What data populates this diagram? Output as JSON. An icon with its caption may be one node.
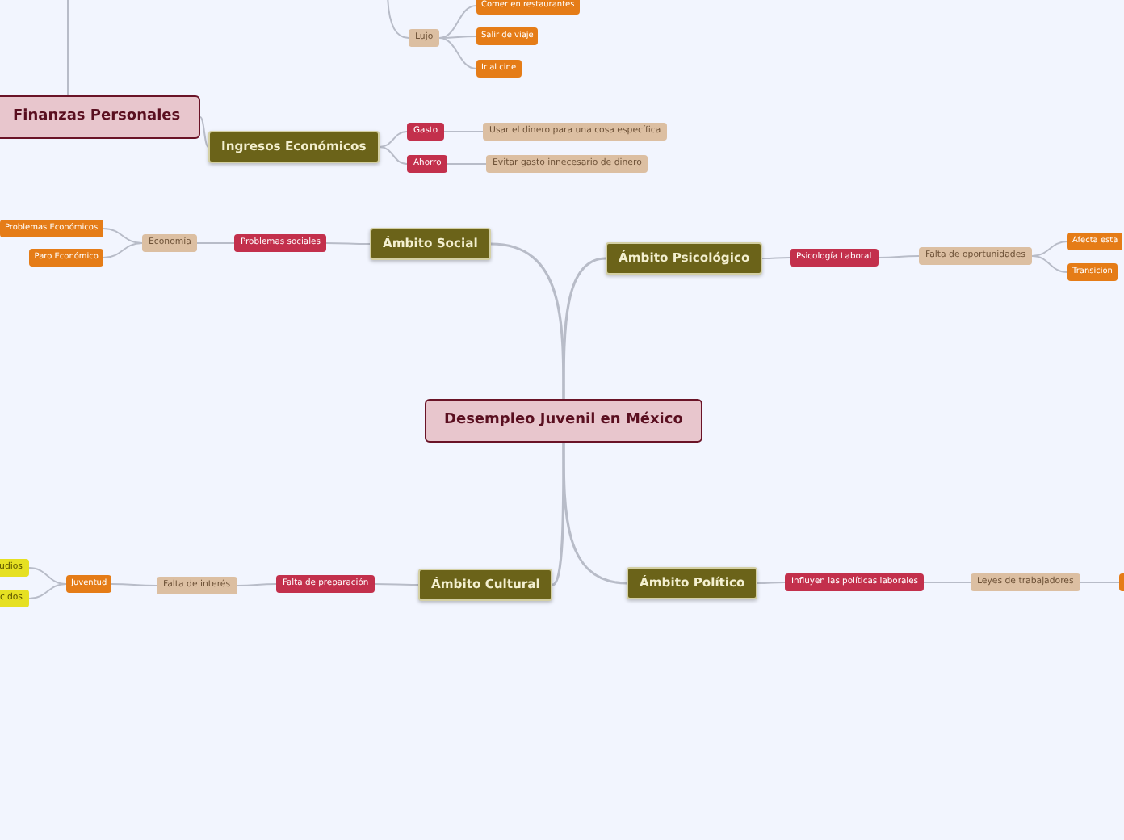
{
  "diagram": {
    "nodes": [
      {
        "text": [
          "Desempleo Juvenil en México"
        ]
      },
      {
        "text": [
          "Finanzas Personales"
        ]
      },
      {
        "text": [
          "Ingresos Económicos"
        ]
      },
      {
        "text": [
          "Lujo"
        ]
      },
      {
        "text": [
          "Comer en restaurantes"
        ]
      },
      {
        "text": [
          "Salir de viaje"
        ]
      },
      {
        "text": [
          "Ir al cine"
        ]
      },
      {
        "text": [
          "Gasto"
        ]
      },
      {
        "text": [
          "Usar el dinero para una cosa específica"
        ]
      },
      {
        "text": [
          "Ahorro"
        ]
      },
      {
        "text": [
          "Evitar gasto innecesario de dinero"
        ]
      },
      {
        "text": [
          "Ámbito Social"
        ]
      },
      {
        "text": [
          "Problemas sociales"
        ]
      },
      {
        "text": [
          "Economía"
        ]
      },
      {
        "text": [
          "Problemas Económicos"
        ]
      },
      {
        "text": [
          "Paro Económico"
        ]
      },
      {
        "text": [
          "Ámbito Psicológico"
        ]
      },
      {
        "text": [
          "Psicología Laboral"
        ]
      },
      {
        "text": [
          "Falta de oportunidades"
        ]
      },
      {
        "text": [
          "Afecta esta"
        ]
      },
      {
        "text": [
          "Transición"
        ]
      },
      {
        "text": [
          "Ámbito Cultural"
        ]
      },
      {
        "text": [
          "Falta de preparación"
        ]
      },
      {
        "text": [
          "Falta de interés"
        ]
      },
      {
        "text": [
          "Juventud"
        ]
      },
      {
        "text": [
          "udios"
        ]
      },
      {
        "text": [
          "cidos"
        ]
      },
      {
        "text": [
          "Ámbito Político"
        ]
      },
      {
        "text": [
          "Influyen las políticas laborales"
        ]
      },
      {
        "text": [
          "Leyes de trabajadores"
        ]
      },
      {
        "text": [],
        "shape": "box"
      }
    ],
    "edges": [
      {
        "from": null,
        "to": 1,
        "arrow": "none"
      },
      {
        "from": 1,
        "to": 2,
        "arrow": "none"
      },
      {
        "from": 2,
        "to": 7,
        "arrow": "none"
      },
      {
        "from": 2,
        "to": 9,
        "arrow": "none"
      },
      {
        "from": 7,
        "to": 8,
        "arrow": "none"
      },
      {
        "from": 9,
        "to": 10,
        "arrow": "none"
      },
      {
        "from": null,
        "to": 3,
        "arrow": "none"
      },
      {
        "from": 3,
        "to": 4,
        "arrow": "none"
      },
      {
        "from": 3,
        "to": 5,
        "arrow": "none"
      },
      {
        "from": 3,
        "to": 6,
        "arrow": "none"
      },
      {
        "from": 0,
        "to": 11,
        "arrow": "none"
      },
      {
        "from": 11,
        "to": 12,
        "arrow": "none"
      },
      {
        "from": 12,
        "to": 13,
        "arrow": "none"
      },
      {
        "from": 13,
        "to": 14,
        "arrow": "none"
      },
      {
        "from": 13,
        "to": 15,
        "arrow": "none"
      },
      {
        "from": 0,
        "to": 16,
        "arrow": "none"
      },
      {
        "from": 16,
        "to": 17,
        "arrow": "none"
      },
      {
        "from": 17,
        "to": 18,
        "arrow": "none"
      },
      {
        "from": 18,
        "to": 19,
        "arrow": "none"
      },
      {
        "from": 18,
        "to": 20,
        "arrow": "none"
      },
      {
        "from": 0,
        "to": 21,
        "arrow": "none"
      },
      {
        "from": 21,
        "to": 22,
        "arrow": "none"
      },
      {
        "from": 22,
        "to": 23,
        "arrow": "none"
      },
      {
        "from": 23,
        "to": 24,
        "arrow": "none"
      },
      {
        "from": 24,
        "to": 25,
        "arrow": "none"
      },
      {
        "from": 24,
        "to": 26,
        "arrow": "none"
      },
      {
        "from": 0,
        "to": 27,
        "arrow": "none"
      },
      {
        "from": 27,
        "to": 28,
        "arrow": "none"
      },
      {
        "from": 28,
        "to": 29,
        "arrow": "none"
      },
      {
        "from": 29,
        "to": 30,
        "arrow": "none"
      }
    ]
  }
}
